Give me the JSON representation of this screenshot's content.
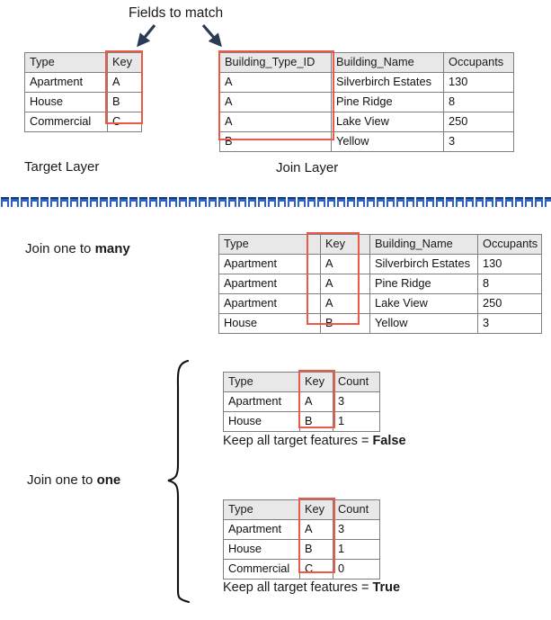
{
  "diagram": {
    "title": "Fields to match",
    "labels": {
      "target_layer": "Target Layer",
      "join_layer": "Join Layer",
      "join_one_to_many_prefix": "Join one to ",
      "join_one_to_many_emphasis": "many",
      "join_one_to_one_prefix": "Join one to ",
      "join_one_to_one_emphasis": "one",
      "keep_prefix": "Keep all target features = ",
      "keep_false": "False",
      "keep_true": "True"
    },
    "colors": {
      "highlight_red": "#eb5a49",
      "arrow_navy": "#2b3a55",
      "divider_blue": "#2e63c4",
      "divider_blue_dark": "#17387c",
      "header_fill": "#e8e8e8",
      "table_border": "#7f7f7f",
      "text": "#1a1a1a"
    },
    "icons": {
      "arrow_left": "arrow-down-left-icon",
      "arrow_right": "arrow-down-right-icon",
      "brace": "curly-brace-icon"
    }
  },
  "tables": {
    "target": {
      "name": "Target Layer",
      "headers": [
        "Type",
        "Key"
      ],
      "rows": [
        [
          "Apartment",
          "A"
        ],
        [
          "House",
          "B"
        ],
        [
          "Commercial",
          "C"
        ]
      ]
    },
    "join": {
      "name": "Join Layer",
      "headers": [
        "Building_Type_ID",
        "Building_Name",
        "Occupants"
      ],
      "rows": [
        [
          "A",
          "Silverbirch Estates",
          "130"
        ],
        [
          "A",
          "Pine Ridge",
          "8"
        ],
        [
          "A",
          "Lake View",
          "250"
        ],
        [
          "B",
          "Yellow",
          "3"
        ]
      ]
    },
    "one_to_many": {
      "name": "Join one to many result",
      "headers": [
        "Type",
        "Key",
        "Building_Name",
        "Occupants"
      ],
      "rows": [
        [
          "Apartment",
          "A",
          "Silverbirch Estates",
          "130"
        ],
        [
          "Apartment",
          "A",
          "Pine Ridge",
          "8"
        ],
        [
          "Apartment",
          "A",
          "Lake View",
          "250"
        ],
        [
          "House",
          "B",
          "Yellow",
          "3"
        ]
      ]
    },
    "one_to_one_false": {
      "name": "Join one to one result, keep all target features false",
      "headers": [
        "Type",
        "Key",
        "Count"
      ],
      "rows": [
        [
          "Apartment",
          "A",
          "3"
        ],
        [
          "House",
          "B",
          "1"
        ]
      ]
    },
    "one_to_one_true": {
      "name": "Join one to one result, keep all target features true",
      "headers": [
        "Type",
        "Key",
        "Count"
      ],
      "rows": [
        [
          "Apartment",
          "A",
          "3"
        ],
        [
          "House",
          "B",
          "1"
        ],
        [
          "Commercial",
          "C",
          "0"
        ]
      ]
    }
  }
}
